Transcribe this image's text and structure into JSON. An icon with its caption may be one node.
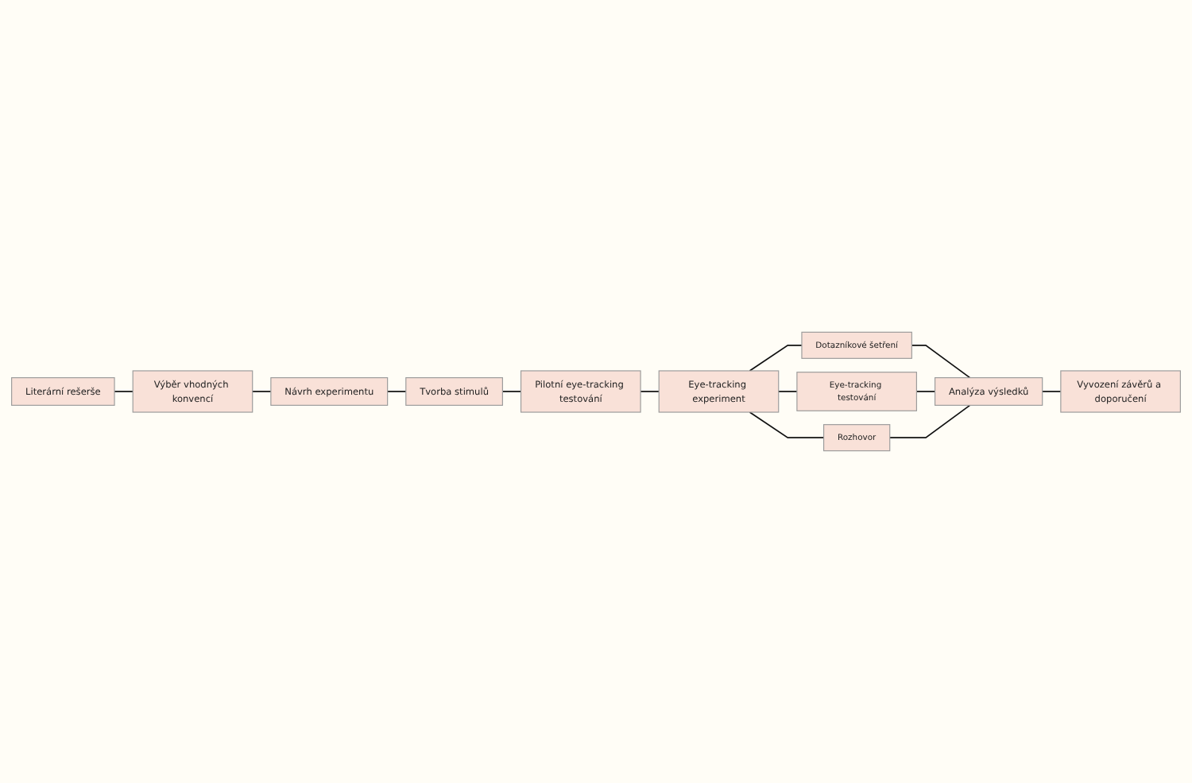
{
  "diagram": {
    "nodes": [
      {
        "text": [
          "Literární rešerše"
        ]
      },
      {
        "text": [
          "Výběr vhodných konvencí"
        ]
      },
      {
        "text": [
          "Návrh experimentu"
        ]
      },
      {
        "text": [
          "Tvorba stimulů"
        ]
      },
      {
        "text": [
          "Pilotní eye-tracking testování"
        ]
      },
      {
        "text": [
          "Eye-tracking experiment"
        ]
      },
      {
        "text": [
          "Dotazníkové šetření"
        ]
      },
      {
        "text": [
          "Eye-tracking testování"
        ]
      },
      {
        "text": [
          "Rozhovor"
        ]
      },
      {
        "text": [
          "Analýza výsledků"
        ]
      },
      {
        "text": [
          "Vyvození závěrů a doporučení"
        ]
      }
    ],
    "edges": [
      {
        "from": 0,
        "to": 1,
        "arrow": "none"
      },
      {
        "from": 1,
        "to": 2,
        "arrow": "none"
      },
      {
        "from": 2,
        "to": 3,
        "arrow": "none"
      },
      {
        "from": 3,
        "to": 4,
        "arrow": "none"
      },
      {
        "from": 4,
        "to": 5,
        "arrow": "none"
      },
      {
        "from": 5,
        "to": 6,
        "arrow": "none"
      },
      {
        "from": 5,
        "to": 7,
        "arrow": "none"
      },
      {
        "from": 5,
        "to": 8,
        "arrow": "none"
      },
      {
        "from": 6,
        "to": 9,
        "arrow": "none"
      },
      {
        "from": 7,
        "to": 9,
        "arrow": "none"
      },
      {
        "from": 8,
        "to": 9,
        "arrow": "none"
      },
      {
        "from": 9,
        "to": 10,
        "arrow": "none"
      }
    ]
  }
}
